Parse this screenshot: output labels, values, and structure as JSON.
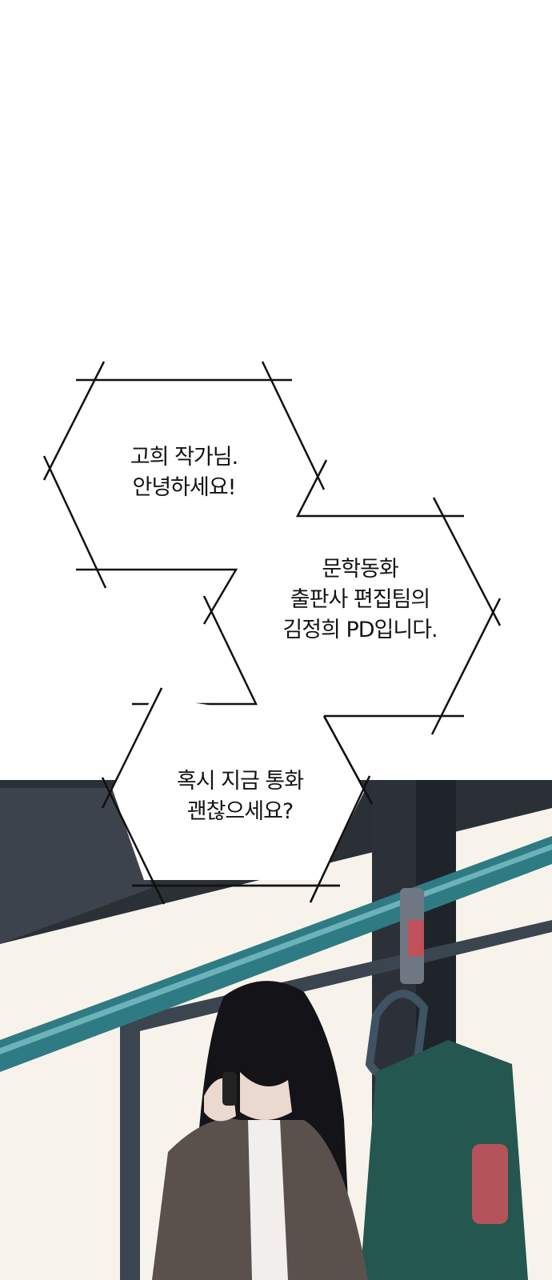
{
  "bubbles": [
    {
      "lines": [
        "고희 작가님.",
        "안녕하세요!"
      ]
    },
    {
      "lines": [
        "문학동화",
        "출판사 편집팀의",
        "김정희 PD입니다."
      ]
    },
    {
      "lines": [
        "혹시 지금 통화",
        "괜찮으세요?"
      ]
    }
  ],
  "colors": {
    "rail": "#2f7b83",
    "frame": "#3a3f47",
    "window": "#f7f3ea",
    "seat": "#24574f"
  }
}
